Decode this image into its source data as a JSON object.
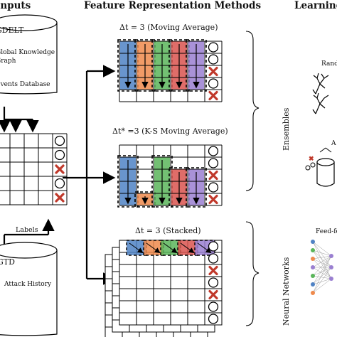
{
  "headers": {
    "inputs": "Inputs",
    "methods": "Feature Representation Methods",
    "learning": "Learning"
  },
  "databases": {
    "top": {
      "name": "GDELT",
      "line1": "Global Knowledge",
      "line2": "Graph",
      "line3": "Events Database"
    },
    "bottom": {
      "name": "GTD",
      "line1": "Attack History"
    }
  },
  "labels_text": "Labels",
  "method_titles": {
    "moving_average": "Δt = 3 (Moving Average)",
    "ks_moving_average": "Δt* =3 (K-S Moving Average)",
    "stacked": "Δt = 3 (Stacked)"
  },
  "learning": {
    "ensembles": "Ensembles",
    "neural_networks": "Neural Networks",
    "random_forest": "Random",
    "adaboost": "A",
    "feedforward": "Feed-fo"
  },
  "colors": {
    "blue": "#4f82c4",
    "orange": "#ef8a4c",
    "green": "#5ab55a",
    "red": "#d9534f",
    "purple": "#9a7fd1",
    "cross": "#c0392b"
  }
}
